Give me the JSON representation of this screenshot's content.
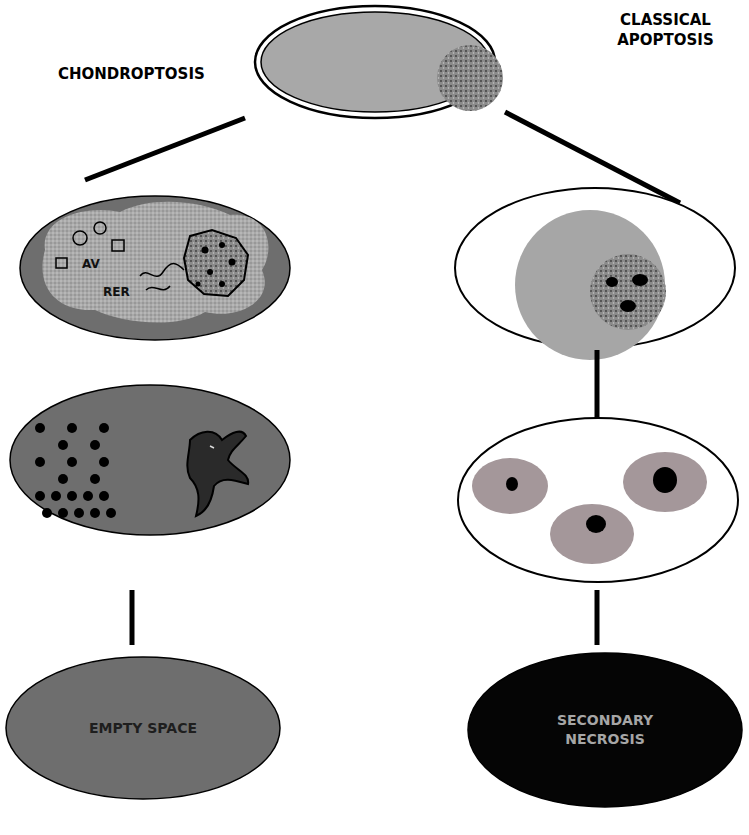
{
  "diagram": {
    "nodes": [
      {
        "text": [
          "EMPTY SPACE"
        ]
      },
      {
        "text": [
          "SECONDARY NECROSIS"
        ]
      }
    ],
    "labels": [
      "CHONDROPTOSIS",
      "CLASSICAL APOPTOSIS",
      "AV",
      "RER"
    ]
  }
}
